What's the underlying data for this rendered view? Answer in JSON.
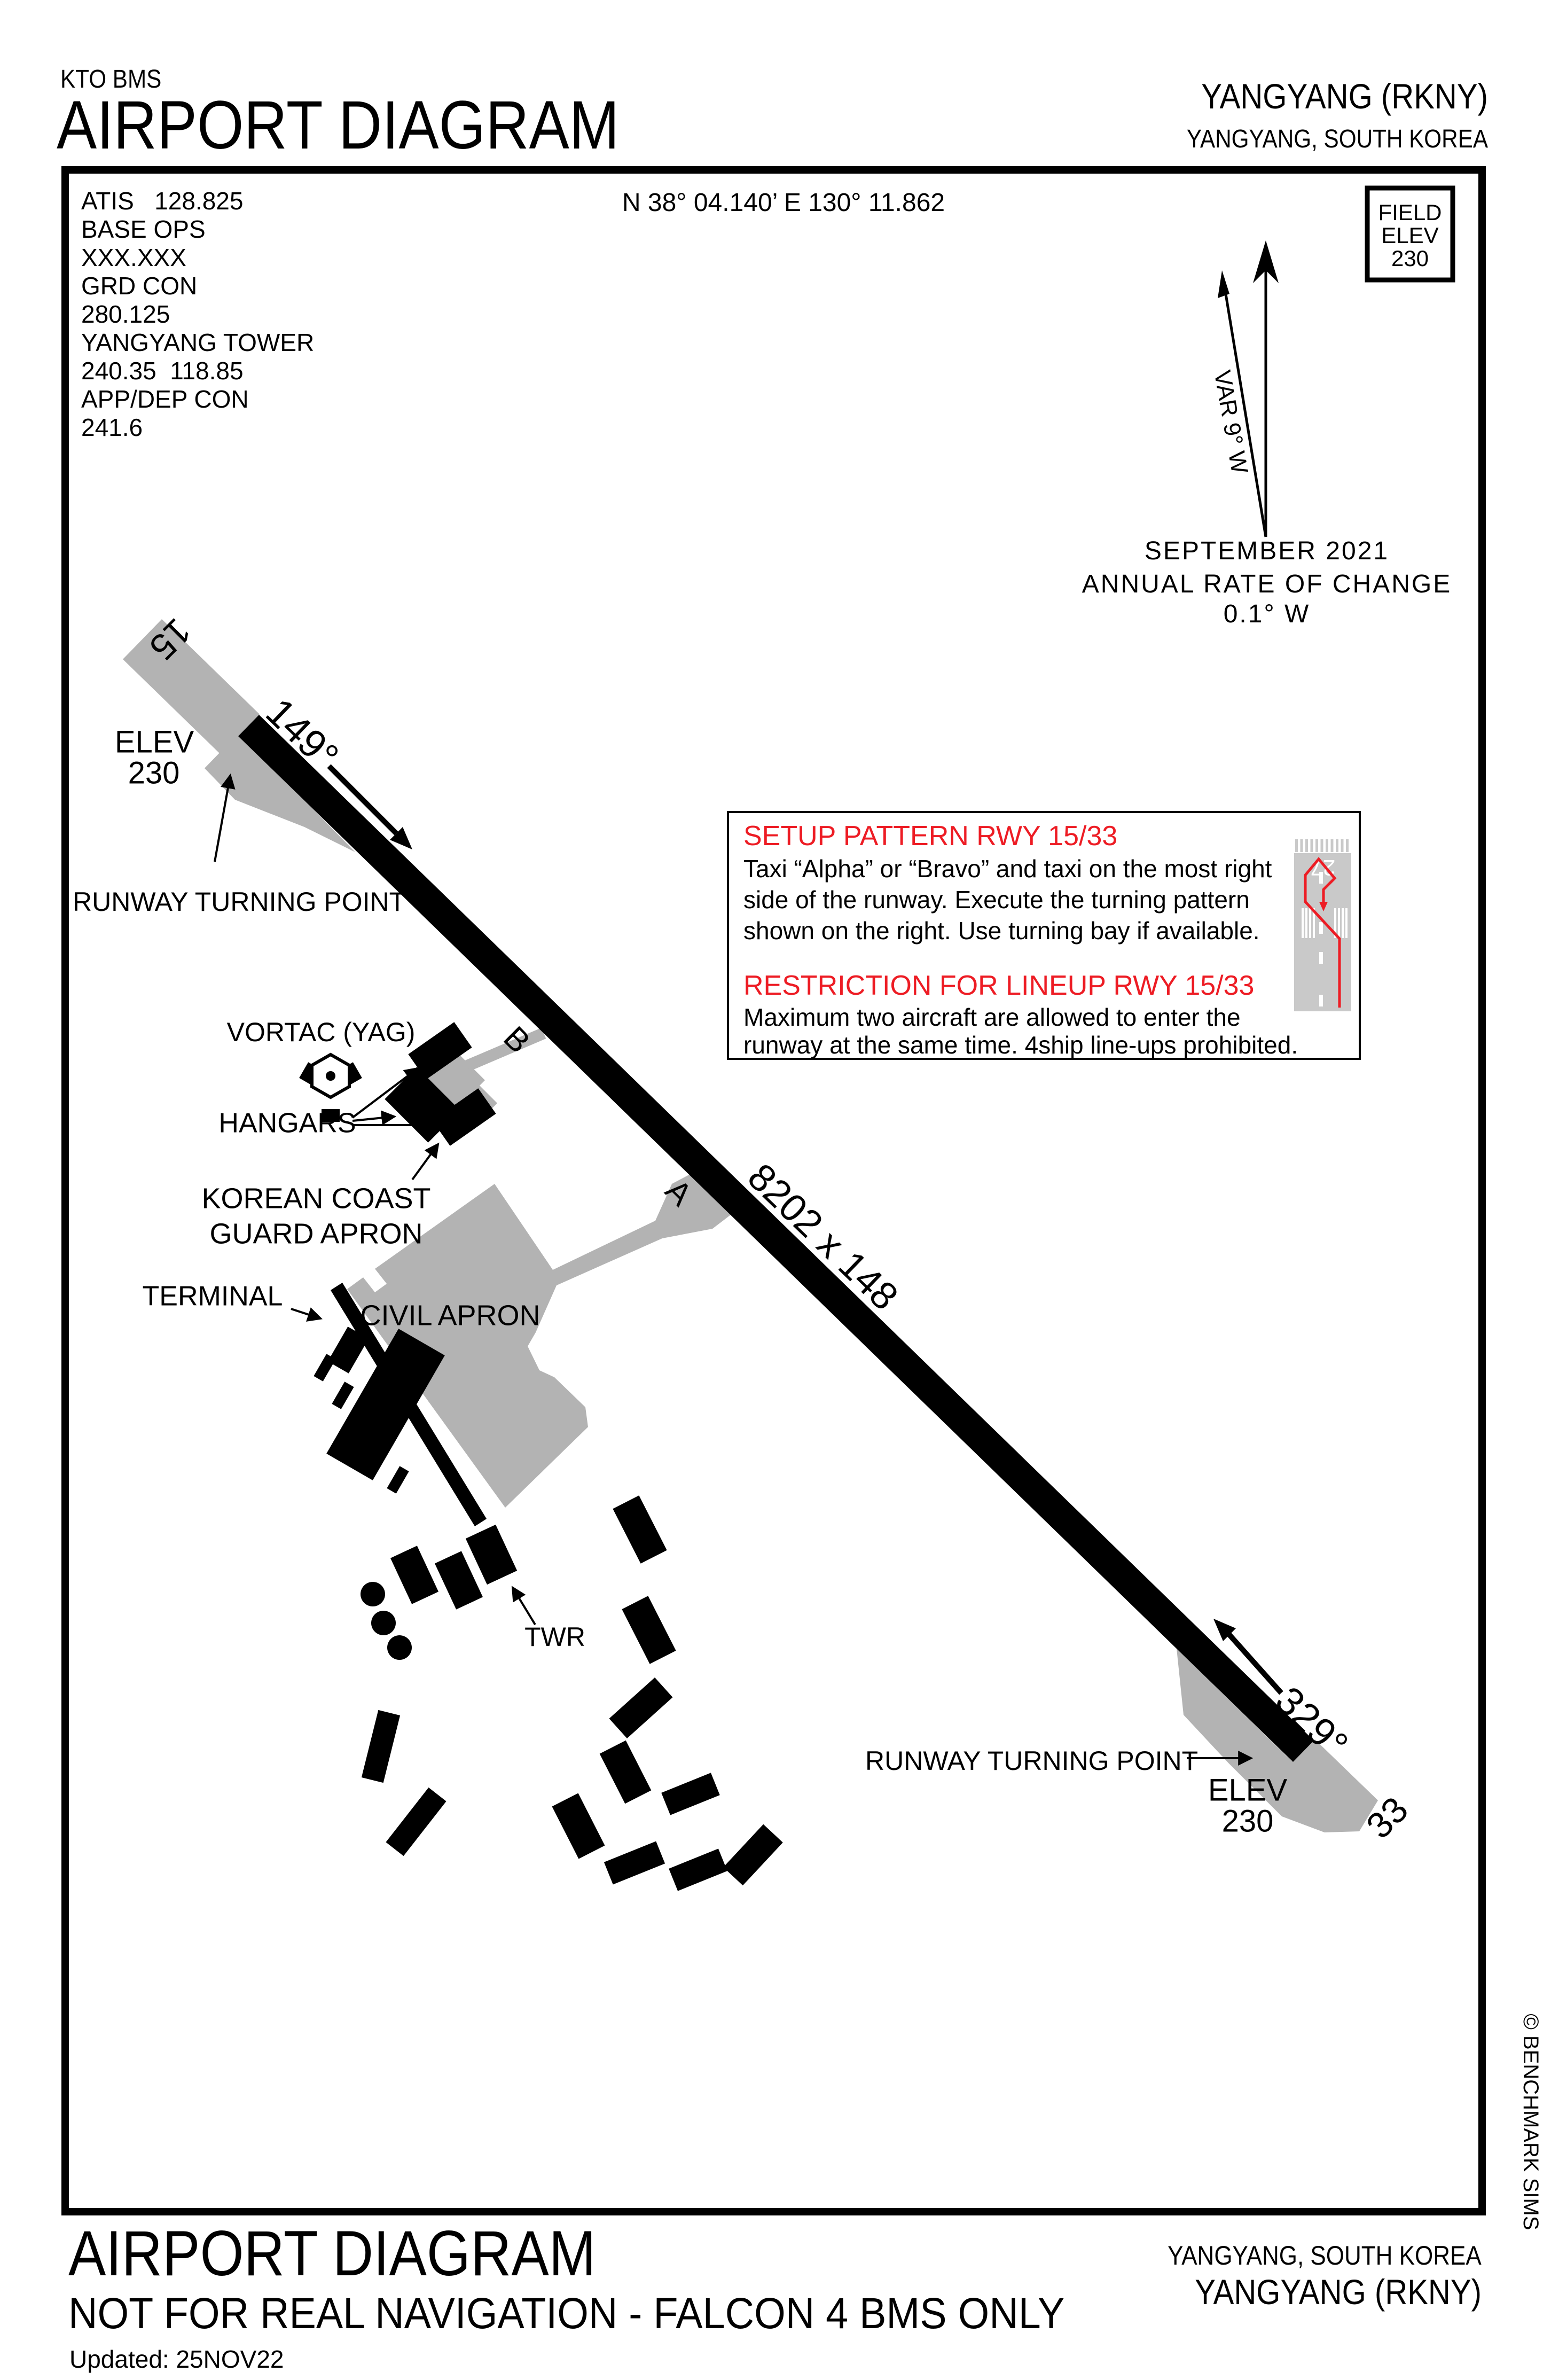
{
  "header": {
    "program": "KTO BMS",
    "title": "AIRPORT DIAGRAM",
    "airport_name": "YANGYANG (RKNY)",
    "airport_location": "YANGYANG, SOUTH KOREA"
  },
  "comm_box": {
    "lines": [
      "ATIS   128.825",
      "BASE OPS",
      "XXX.XXX",
      "GRD CON",
      "280.125",
      "YANGYANG TOWER",
      "240.35  118.85",
      "APP/DEP CON",
      "241.6"
    ]
  },
  "position": {
    "coordinates": "N 38° 04.140’ E 130° 11.862"
  },
  "field_elev": {
    "label_line1": "FIELD",
    "label_line2": "ELEV",
    "value": "230"
  },
  "north": {
    "var_label": "VAR 9° W",
    "date": "SEPTEMBER 2021",
    "rate_label": "ANNUAL RATE OF CHANGE",
    "rate_value": "0.1° W"
  },
  "runway": {
    "number_15": "15",
    "number_33": "33",
    "heading_15": "149°",
    "heading_33": "329°",
    "dimensions": "8202 x 148",
    "elev_label": "ELEV",
    "elev_value": "230",
    "turning_point": "RUNWAY TURNING POINT"
  },
  "facilities": {
    "vortac": "VORTAC (YAG)",
    "hangars": "HANGARS",
    "coast_guard_line1": "KOREAN COAST",
    "coast_guard_line2": "GUARD APRON",
    "terminal": "TERMINAL",
    "civil_apron": "CIVIL APRON",
    "tower": "TWR",
    "taxiway_a": "A",
    "taxiway_b": "B"
  },
  "info_box": {
    "setup_title": "SETUP PATTERN RWY 15/33",
    "setup_lines": [
      "Taxi “Alpha” or “Bravo” and taxi on the most right",
      "side of the runway. Execute the turning pattern",
      "shown on the right. Use turning bay if available."
    ],
    "restriction_title": "RESTRICTION FOR LINEUP RWY 15/33",
    "restriction_lines": [
      "Maximum two aircraft are allowed to enter the",
      "runway at the same time. 4ship line-ups prohibited."
    ],
    "mini_runway_number": "27"
  },
  "footer": {
    "title": "AIRPORT DIAGRAM",
    "disclaimer": "NOT FOR REAL NAVIGATION - FALCON 4 BMS ONLY",
    "updated": "Updated: 25NOV22",
    "airport_location": "YANGYANG, SOUTH KOREA",
    "airport_name": "YANGYANG (RKNY)"
  },
  "copyright": "© BENCHMARK SIMS",
  "colors": {
    "accent_red": "#ed1c24",
    "pavement_gray": "#b3b3b3"
  }
}
